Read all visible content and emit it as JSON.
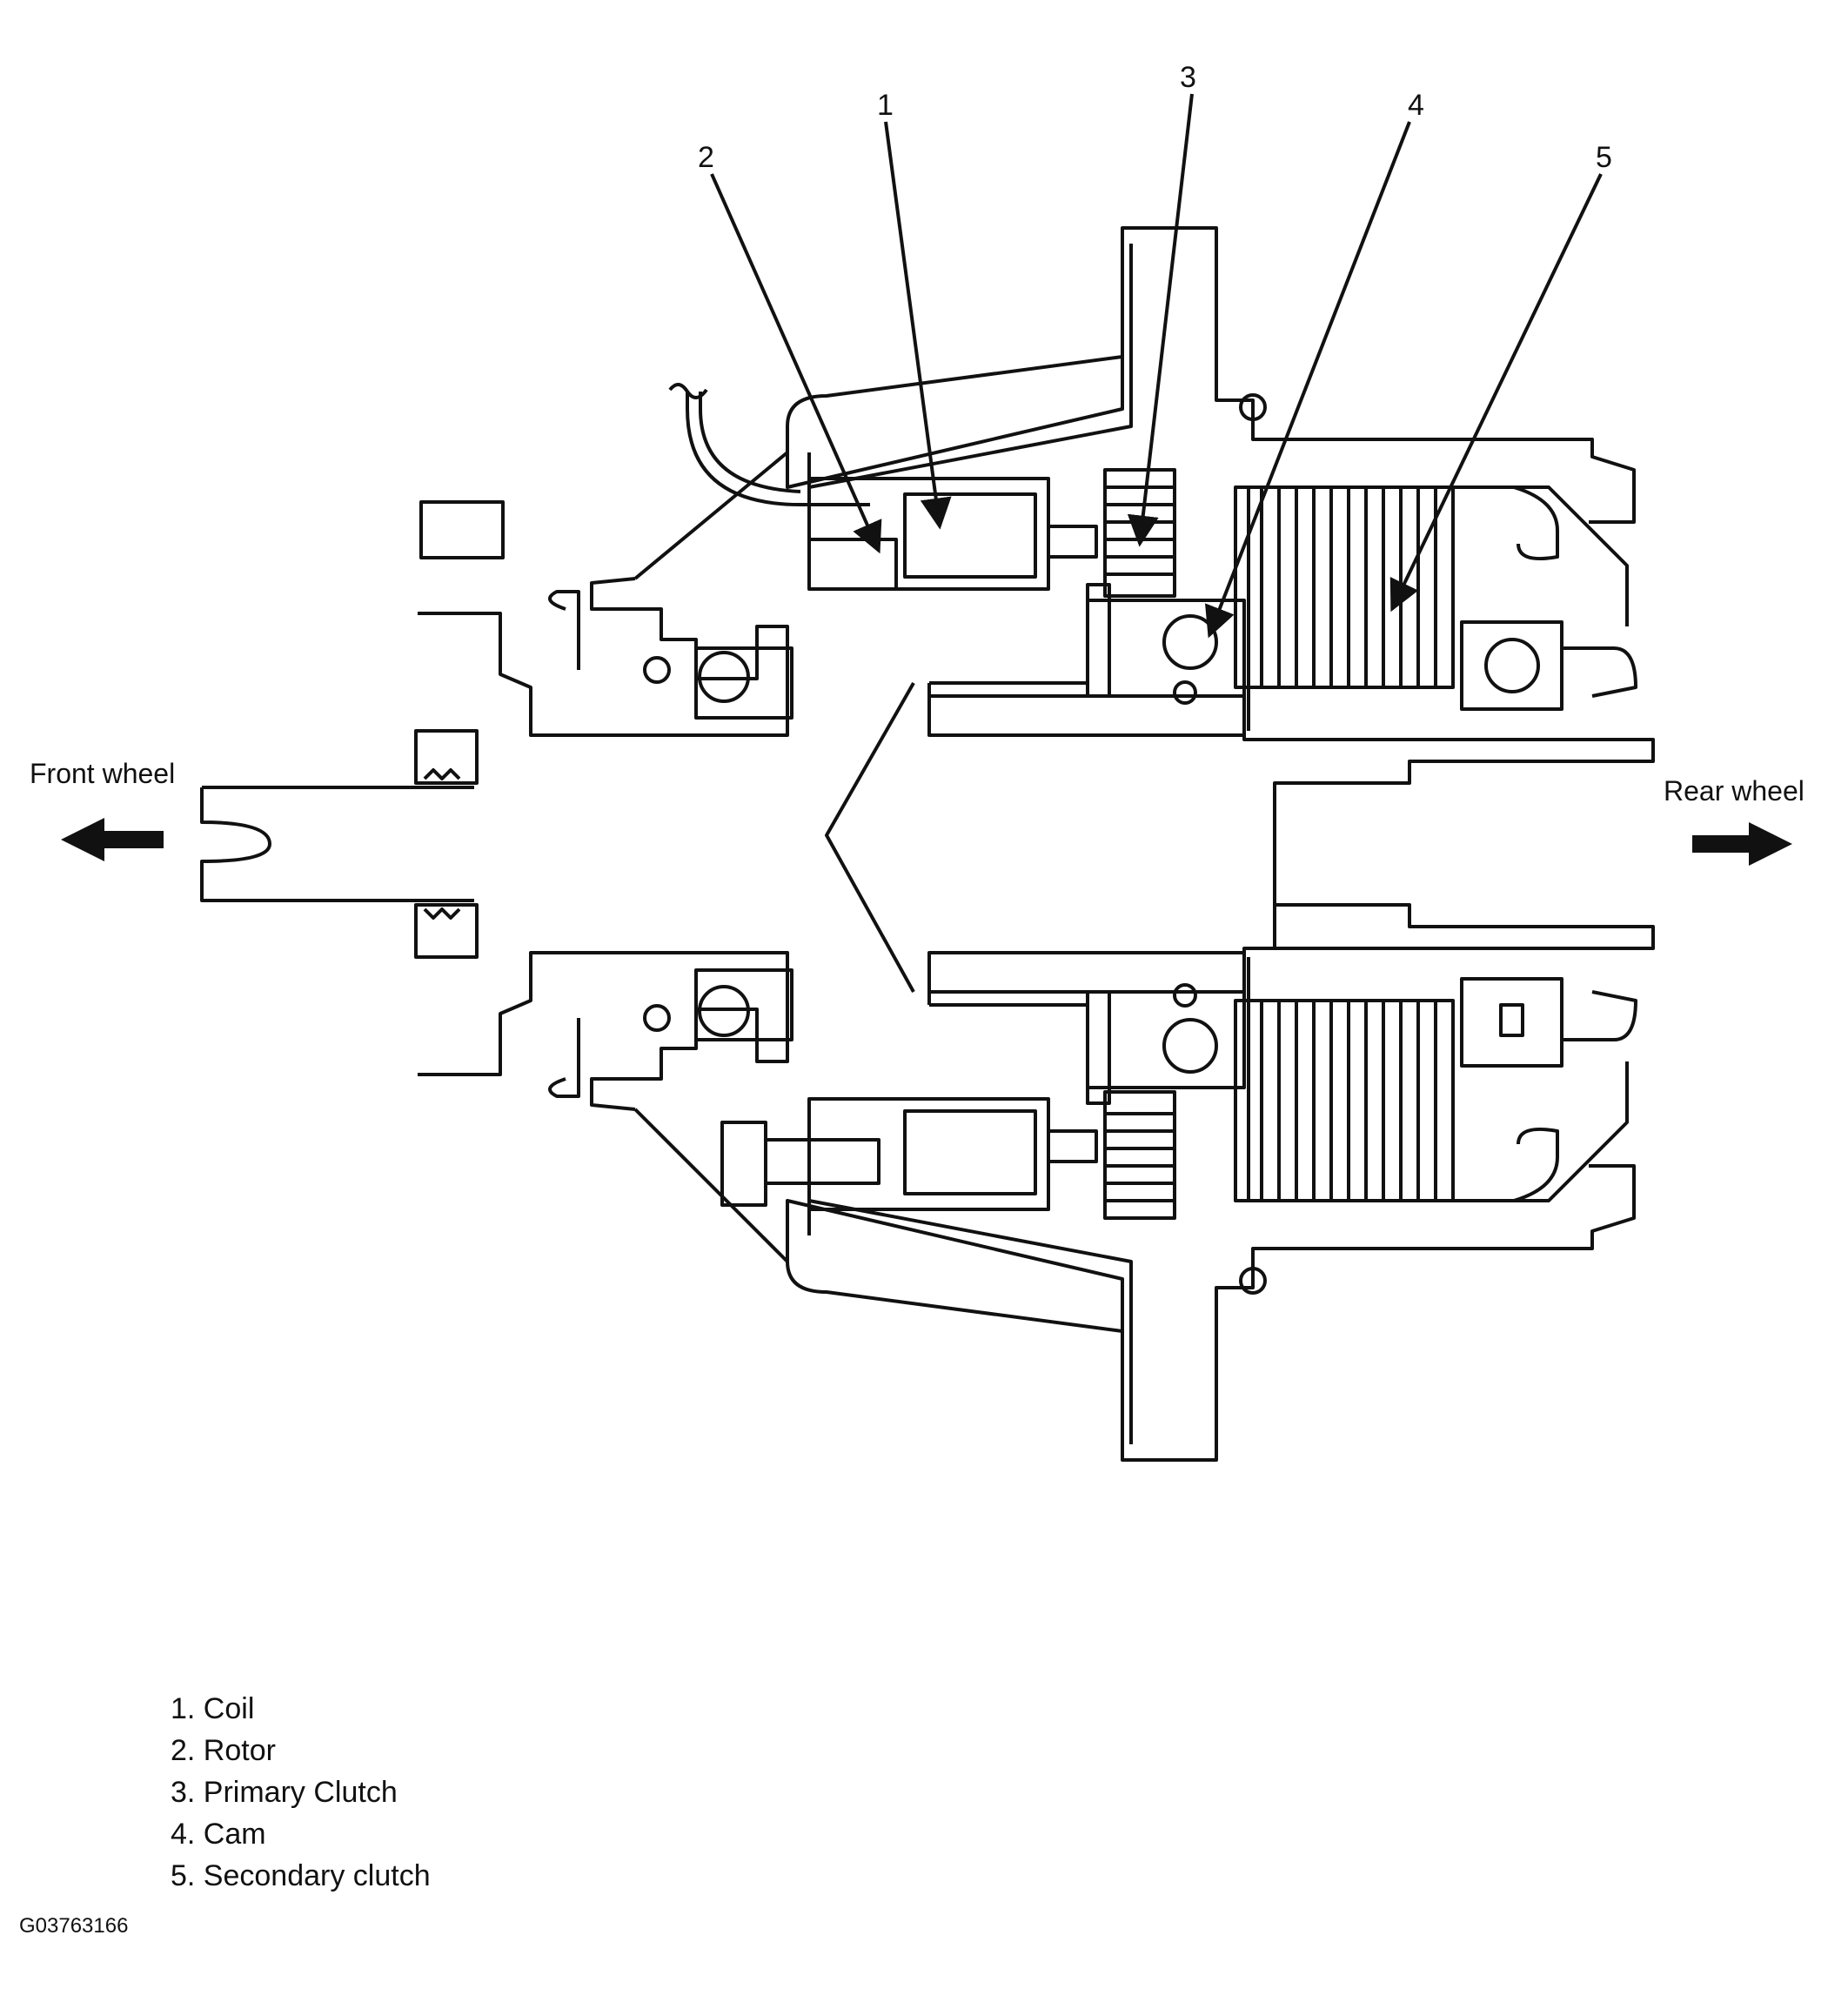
{
  "direction": {
    "front": "Front wheel",
    "rear": "Rear wheel"
  },
  "callouts": [
    "1",
    "2",
    "3",
    "4",
    "5"
  ],
  "legend": [
    "1. Coil",
    "2. Rotor",
    "3. Primary Clutch",
    "4. Cam",
    "5. Secondary clutch"
  ],
  "figure_code": "G03763166",
  "colors": {
    "ink": "#111111",
    "paper": "#ffffff"
  }
}
